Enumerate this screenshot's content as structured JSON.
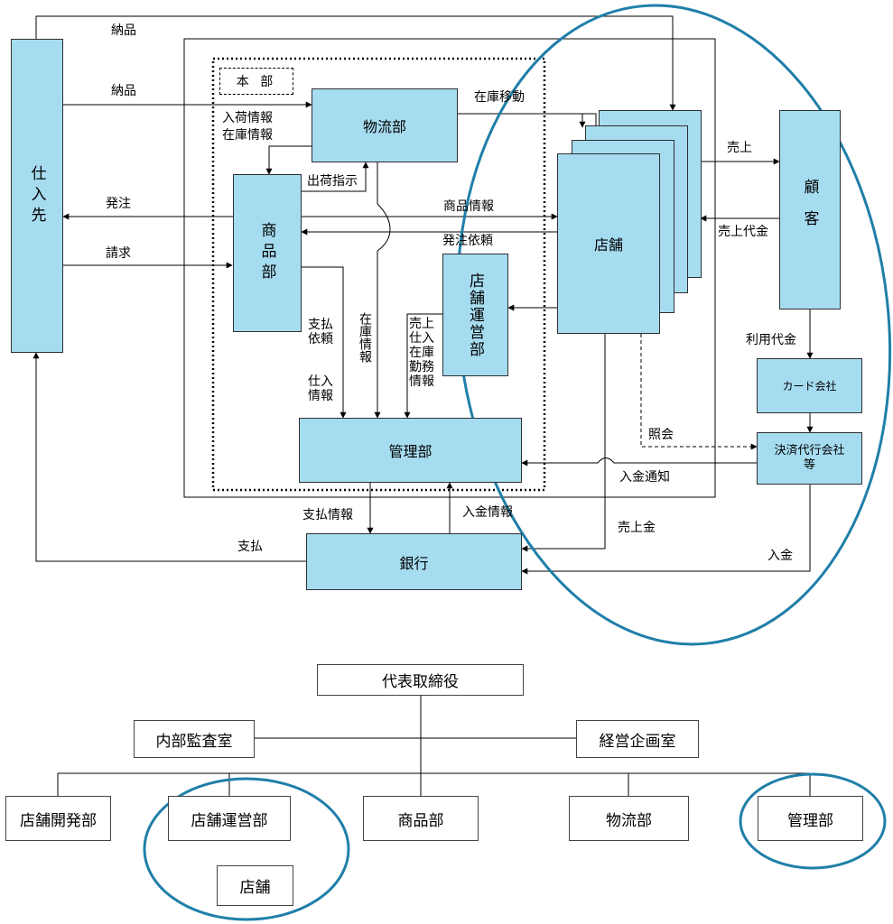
{
  "flow": {
    "headquarters_label": "本 部",
    "nodes": {
      "supplier": "仕入先",
      "logistics": "物流部",
      "merchandise": "商品部",
      "store_ops": "店舗運営部",
      "store": "店舗",
      "customer": "顧客",
      "card_company": "カード会社",
      "payment_agent": "決済代行会社等",
      "management": "管理部",
      "bank": "銀行"
    },
    "edges": {
      "delivery_top": "納品",
      "delivery": "納品",
      "order": "発注",
      "billing": "請求",
      "arrival_info": "入荷情報",
      "stock_info": "在庫情報",
      "shipping_instruction": "出荷指示",
      "stock_transfer": "在庫移動",
      "product_info": "商品情報",
      "order_request": "発注依頼",
      "payment_request": "支払依頼",
      "purchase_info": "仕入情報",
      "inventory_info": "在庫情報",
      "sales_work_info": "売上仕入在庫勤務情報",
      "sales": "売上",
      "sales_payment": "売上代金",
      "usage_fee": "利用代金",
      "inquiry": "照会",
      "deposit_notice": "入金通知",
      "payment_info": "支払情報",
      "deposit_info": "入金情報",
      "sales_money": "売上金",
      "deposit": "入金",
      "payment": "支払"
    }
  },
  "org_chart": {
    "ceo": "代表取締役",
    "internal_audit": "内部監査室",
    "corporate_planning": "経営企画室",
    "store_development": "店舗開発部",
    "store_operations": "店舗運営部",
    "store": "店舗",
    "merchandise": "商品部",
    "logistics": "物流部",
    "management": "管理部"
  },
  "colors": {
    "box_fill": "#a6dcf0",
    "highlight_ellipse": "#1f7fa8"
  }
}
